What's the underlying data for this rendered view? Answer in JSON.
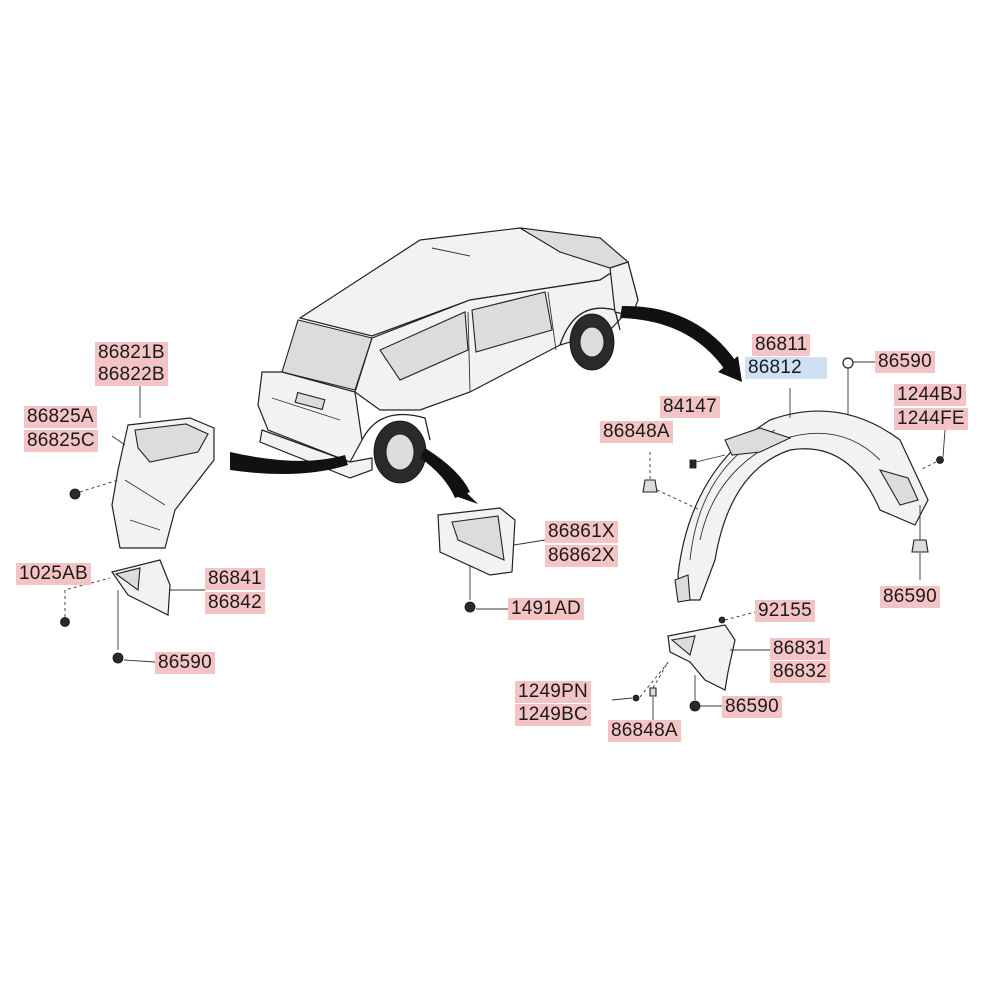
{
  "colors": {
    "label_bg": "#f4c4c4",
    "highlight_bg": "#cfe0f5",
    "line": "#222222"
  },
  "labels": {
    "l86821B": "86821B",
    "l86822B": "86822B",
    "l86825A": "86825A",
    "l86825C": "86825C",
    "l1025AB": "1025AB",
    "l86841": "86841",
    "l86842": "86842",
    "l86590_left": "86590",
    "l86861X": "86861X",
    "l86862X": "86862X",
    "l1491AD": "1491AD",
    "l86811": "86811",
    "l86812": "86812",
    "l86590_top": "86590",
    "l1244BJ": "1244BJ",
    "l1244FE": "1244FE",
    "l84147": "84147",
    "l86848A_upper": "86848A",
    "l86590_right": "86590",
    "l92155": "92155",
    "l86831": "86831",
    "l86832": "86832",
    "l1249PN": "1249PN",
    "l1249BC": "1249BC",
    "l86590_bottom": "86590",
    "l86848A_lower": "86848A"
  }
}
